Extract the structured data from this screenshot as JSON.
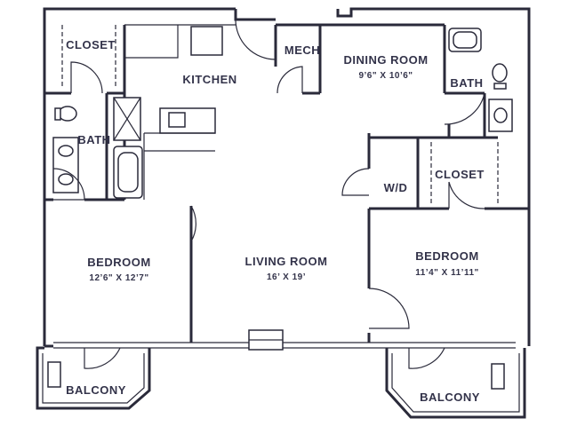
{
  "rooms": {
    "closet_left": {
      "name": "CLOSET"
    },
    "kitchen": {
      "name": "KITCHEN"
    },
    "mech": {
      "name": "MECH"
    },
    "dining": {
      "name": "DINING ROOM",
      "dim": "9’6\" X 10’6\""
    },
    "bath_right": {
      "name": "BATH"
    },
    "bath_left": {
      "name": "BATH"
    },
    "wd": {
      "name": "W/D"
    },
    "closet_right": {
      "name": "CLOSET"
    },
    "bedroom_left": {
      "name": "BEDROOM",
      "dim": "12’6\" X 12’7\""
    },
    "living": {
      "name": "LIVING ROOM",
      "dim": "16’ X 19’"
    },
    "bedroom_right": {
      "name": "BEDROOM",
      "dim": "11’4\" X 11’11\""
    },
    "balcony_left": {
      "name": "BALCONY"
    },
    "balcony_right": {
      "name": "BALCONY"
    }
  },
  "colors": {
    "line": "#2a2a3a",
    "text": "#33334a",
    "background": "#ffffff"
  }
}
